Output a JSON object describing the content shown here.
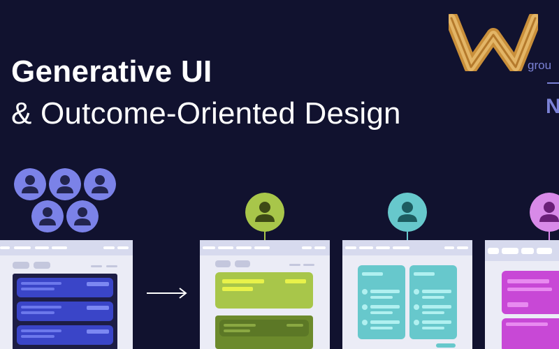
{
  "header": {
    "title": "Generative UI",
    "subtitle": "& Outcome-Oriented Design"
  },
  "corner": {
    "partial_text": "grou",
    "partial_letter": "N",
    "logo_icon": "w-logo-icon"
  },
  "colors": {
    "background": "#11122f",
    "group_avatar": "#7b82e8",
    "green": "#a8c64a",
    "teal": "#67c8cc",
    "magenta": "#c848d6",
    "dark_panel": "#1d1d45",
    "window_bg": "#ebecf6",
    "logo_gold": "#d9a24b"
  },
  "icons": {
    "user": "user-icon",
    "arrow": "arrow-right-icon"
  }
}
